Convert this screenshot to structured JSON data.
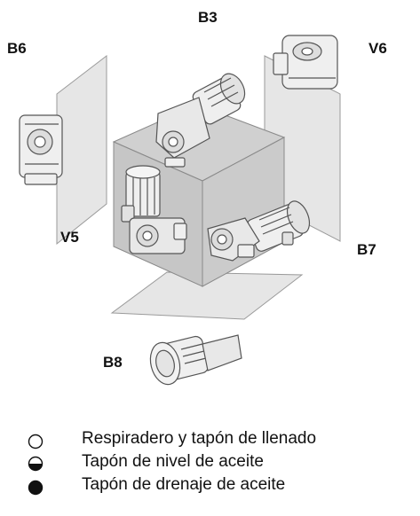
{
  "positions": {
    "b3": "B3",
    "b6": "B6",
    "v6": "V6",
    "v5": "V5",
    "b7": "B7",
    "b8": "B8"
  },
  "legend": [
    {
      "icon": "open-circle-icon",
      "text": "Respiradero y tapón de llenado"
    },
    {
      "icon": "half-filled-circle-icon",
      "text": "Tapón de nivel de aceite"
    },
    {
      "icon": "filled-circle-icon",
      "text": "Tapón de drenaje de aceite"
    }
  ],
  "colors": {
    "panel": "#e4e4e4",
    "cube_top": "#d2d2d2",
    "cube_left": "#c4c4c4",
    "cube_right": "#cacaca",
    "motor": "#eeeeee",
    "outline": "#555555"
  }
}
